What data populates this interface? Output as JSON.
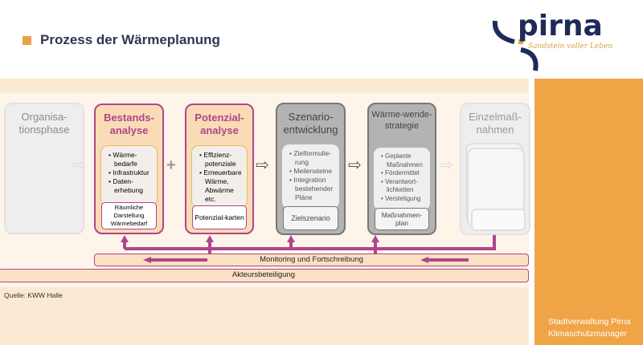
{
  "header": {
    "title": "Prozess der Wärmeplanung"
  },
  "logo": {
    "text": "pirna",
    "tagline": "Sandstein voller Leben"
  },
  "side": {
    "line1": "Stadtverwaltung Pirna",
    "line2": "Klimaschutzmanager"
  },
  "steps": [
    {
      "title": "Organisa-tionsphase"
    },
    {
      "title": "Bestands-analyse",
      "items": [
        "Wärme-bedarfe",
        "Infrastruktur",
        "Daten-erhebung"
      ],
      "output": "Räumliche Darstellung Wärmebedarf"
    },
    {
      "title": "Potenzial-analyse",
      "items": [
        "Effizienz-potenziale",
        "Erneuerbare Wärme, Abwärme etc."
      ],
      "output": "Potenzial-karten"
    },
    {
      "title": "Szenario-entwicklung",
      "items": [
        "Zielformulie-rung",
        "Meilensteine",
        "Integration bestehender Pläne"
      ],
      "output": "Zielszenario"
    },
    {
      "title": "Wärme-wende-strategie",
      "items": [
        "Geplante Maßnahmen",
        "Fördermittel",
        "Verantwort-lichkeiten",
        "Verstetigung"
      ],
      "output": "Maßnahmen-plan"
    },
    {
      "title": "Einzelmaß-nahmen"
    }
  ],
  "connectors": {
    "plus": "+",
    "arrow": "⇨"
  },
  "bars": {
    "monitoring": "Monitoring und Fortschreibung",
    "actors": "Akteursbeteiligung"
  },
  "source": "Quelle: KWW Halle",
  "colors": {
    "accent": "#f0a446",
    "purple": "#b0458a",
    "navy": "#1e2a5a"
  }
}
